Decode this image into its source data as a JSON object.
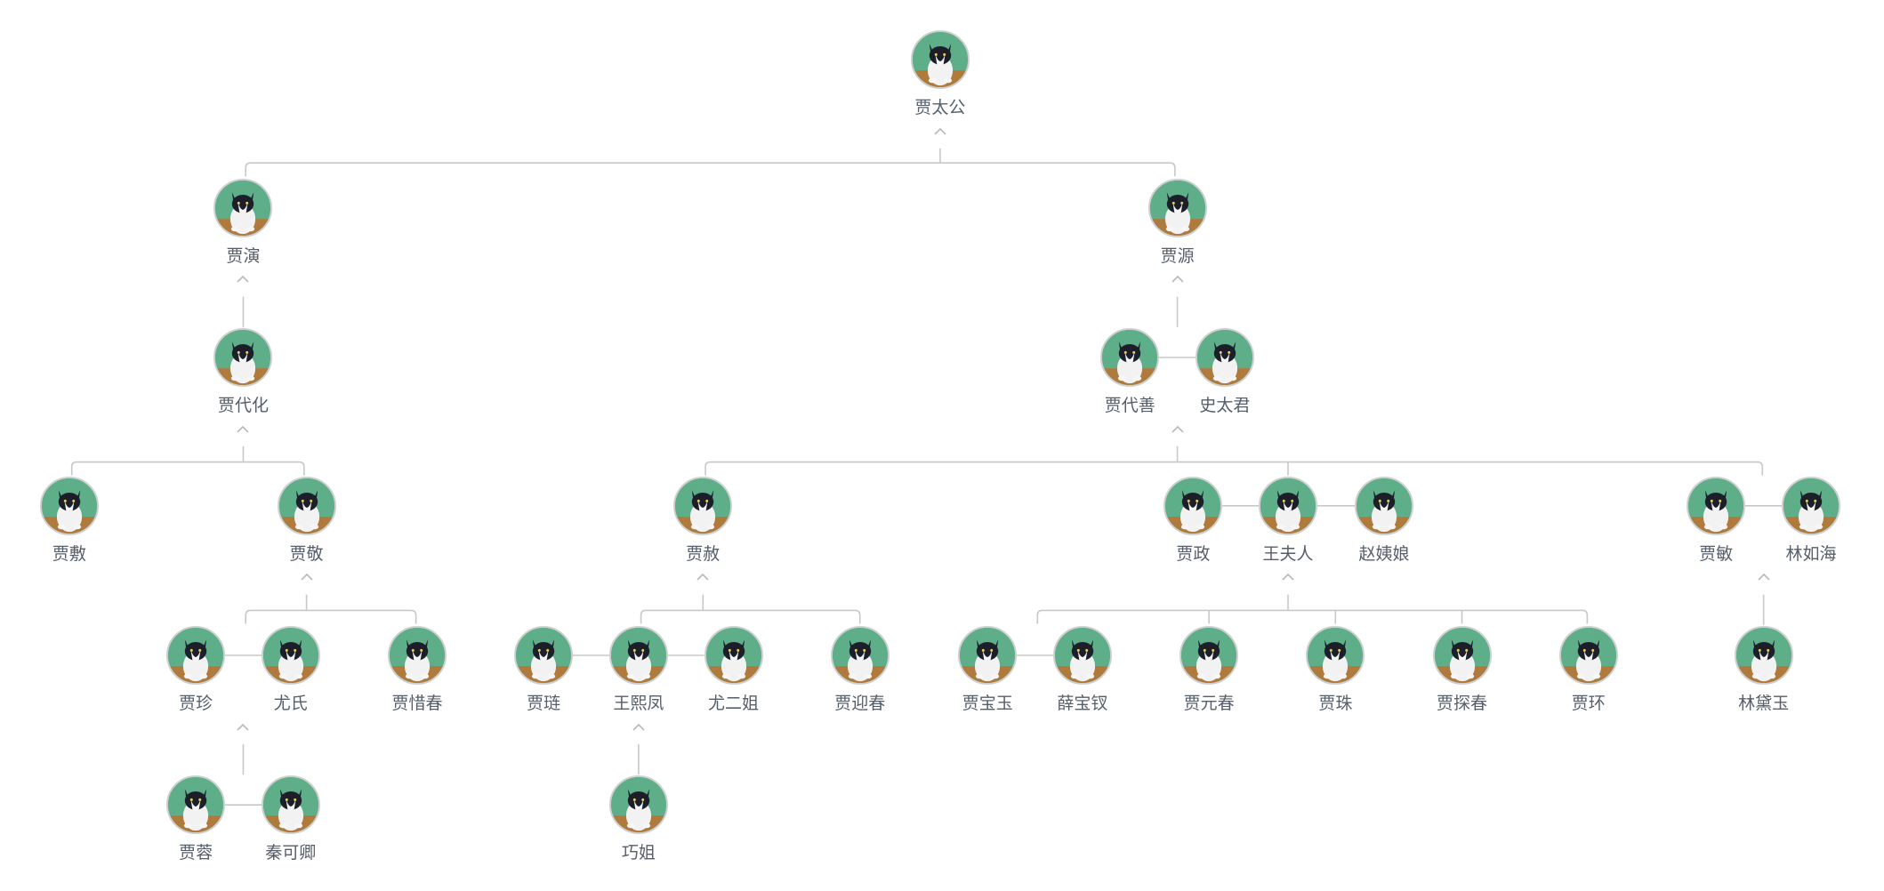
{
  "members": [
    {
      "id": "n1",
      "name": "贾太公"
    },
    {
      "id": "n2",
      "name": "贾演"
    },
    {
      "id": "n3",
      "name": "贾源"
    },
    {
      "id": "n4",
      "name": "贾代化"
    },
    {
      "id": "n5",
      "name": "贾代善"
    },
    {
      "id": "n6",
      "name": "史太君"
    },
    {
      "id": "n7",
      "name": "贾敷"
    },
    {
      "id": "n8",
      "name": "贾敬"
    },
    {
      "id": "n9",
      "name": "贾赦"
    },
    {
      "id": "n10",
      "name": "贾政"
    },
    {
      "id": "n11",
      "name": "王夫人"
    },
    {
      "id": "n12",
      "name": "赵姨娘"
    },
    {
      "id": "n13",
      "name": "贾敏"
    },
    {
      "id": "n14",
      "name": "林如海"
    },
    {
      "id": "n15",
      "name": "贾珍"
    },
    {
      "id": "n16",
      "name": "尤氏"
    },
    {
      "id": "n17",
      "name": "贾惜春"
    },
    {
      "id": "n18",
      "name": "贾琏"
    },
    {
      "id": "n19",
      "name": "王熙凤"
    },
    {
      "id": "n20",
      "name": "尤二姐"
    },
    {
      "id": "n21",
      "name": "贾迎春"
    },
    {
      "id": "n22",
      "name": "贾宝玉"
    },
    {
      "id": "n23",
      "name": "薛宝钗"
    },
    {
      "id": "n24",
      "name": "贾元春"
    },
    {
      "id": "n25",
      "name": "贾珠"
    },
    {
      "id": "n26",
      "name": "贾探春"
    },
    {
      "id": "n27",
      "name": "贾环"
    },
    {
      "id": "n28",
      "name": "林黛玉"
    },
    {
      "id": "n29",
      "name": "贾蓉"
    },
    {
      "id": "n30",
      "name": "秦可卿"
    },
    {
      "id": "n31",
      "name": "巧姐"
    }
  ],
  "colors": {
    "line": "#c8c8c8",
    "label": "#555e6b",
    "avatar_bg": "#5fae8a",
    "avatar_border": "#cfcfcf",
    "toggle": "#b9b9b9"
  },
  "icons": {
    "avatar": "cat-photo-avatar",
    "toggle": "chevron-up-icon"
  }
}
